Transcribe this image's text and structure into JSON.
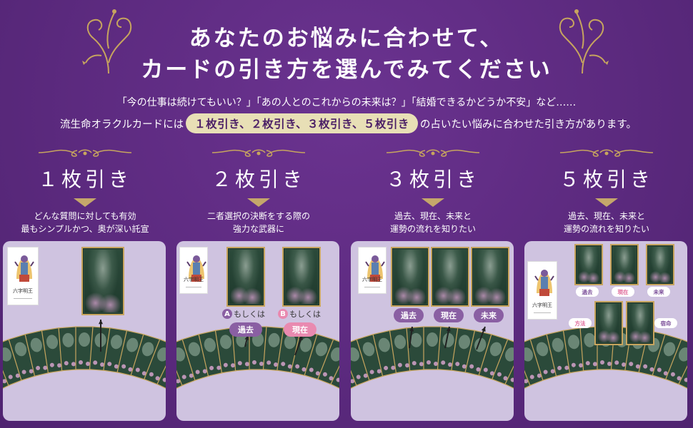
{
  "headline": {
    "line1": "あなたのお悩みに合わせて、",
    "line2": "カードの引き方を選んでみてください"
  },
  "subtext": {
    "questions": "「今の仕事は続けてもいい？」「あの人とのこれからの未来は？」「結婚できるかどうか不安」など……",
    "prefix": "流生命オラクルカードには",
    "highlight": "１枚引き、２枚引き、３枚引き、５枚引き",
    "suffix": "の占いたい悩みに合わせた引き方があります。"
  },
  "colors": {
    "background": "#5c2a7f",
    "panel": "#cfc3e0",
    "gold": "#c7a55e",
    "highlight_pill": "#e8dfb6",
    "tag_purple": "#8a5fa3",
    "tag_pink": "#e98ab0"
  },
  "columns": [
    {
      "title": "１枚引き",
      "desc_line1": "どんな質問に対しても有効",
      "desc_line2": "最もシンプルかつ、奥が深い託宣",
      "deity_caption": "六字明王"
    },
    {
      "title": "２枚引き",
      "desc_line1": "二者選択の決断をする際の",
      "desc_line2": "強力な武器に",
      "deity_caption": "六字明王",
      "option_a_letter": "A",
      "option_a_text": "もしくは",
      "option_b_letter": "B",
      "option_b_text": "もしくは",
      "tag_a": "過去",
      "tag_b": "現在"
    },
    {
      "title": "３枚引き",
      "desc_line1": "過去、現在、未来と",
      "desc_line2": "運勢の流れを知りたい",
      "deity_caption": "六字明王",
      "tags": [
        "過去",
        "現在",
        "未来"
      ]
    },
    {
      "title": "５枚引き",
      "desc_line1": "過去、現在、未来と",
      "desc_line2": "運勢の流れを知りたい",
      "deity_caption": "六字明王",
      "tags": [
        "過去",
        "現在",
        "未来",
        "方法",
        "宿命"
      ]
    }
  ],
  "icons": [
    "flourish-ornament-icon",
    "divider-ornament-icon",
    "down-triangle-icon",
    "arrow-up-icon"
  ]
}
